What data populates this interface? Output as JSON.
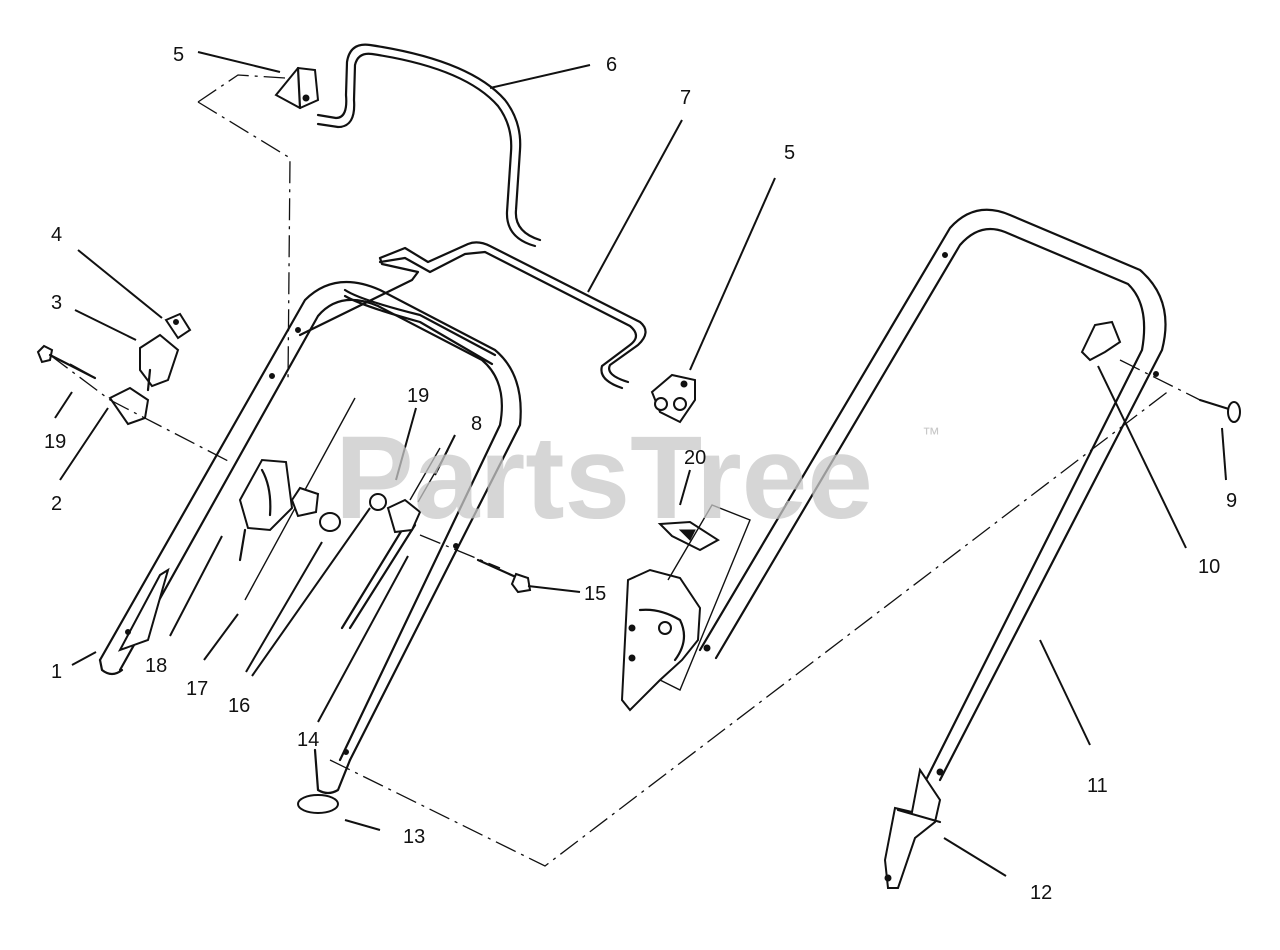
{
  "watermark": {
    "text": "PartsTree",
    "trademark": "™"
  },
  "callouts": [
    {
      "id": "c5a",
      "label": "5"
    },
    {
      "id": "c6",
      "label": "6"
    },
    {
      "id": "c7",
      "label": "7"
    },
    {
      "id": "c5b",
      "label": "5"
    },
    {
      "id": "c4",
      "label": "4"
    },
    {
      "id": "c3",
      "label": "3"
    },
    {
      "id": "c19a",
      "label": "19"
    },
    {
      "id": "c2",
      "label": "2"
    },
    {
      "id": "c19b",
      "label": "19"
    },
    {
      "id": "c8",
      "label": "8"
    },
    {
      "id": "c20",
      "label": "20"
    },
    {
      "id": "c9",
      "label": "9"
    },
    {
      "id": "c10",
      "label": "10"
    },
    {
      "id": "c15",
      "label": "15"
    },
    {
      "id": "c1",
      "label": "1"
    },
    {
      "id": "c18",
      "label": "18"
    },
    {
      "id": "c17",
      "label": "17"
    },
    {
      "id": "c16",
      "label": "16"
    },
    {
      "id": "c14",
      "label": "14"
    },
    {
      "id": "c13",
      "label": "13"
    },
    {
      "id": "c11",
      "label": "11"
    },
    {
      "id": "c12",
      "label": "12"
    }
  ]
}
